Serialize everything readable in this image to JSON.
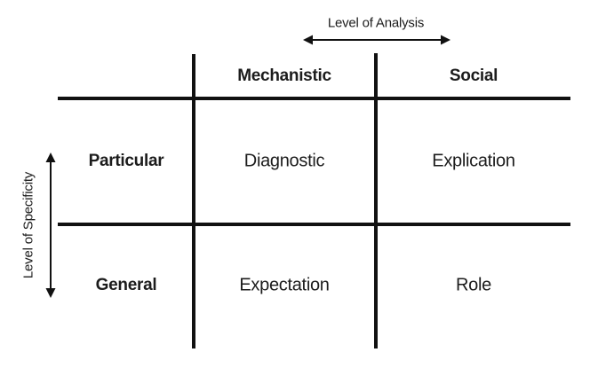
{
  "axes": {
    "horizontal": {
      "label": "Level of Analysis"
    },
    "vertical": {
      "label": "Level of Specificity"
    }
  },
  "matrix": {
    "column_headers": [
      "Mechanistic",
      "Social"
    ],
    "row_headers": [
      "Particular",
      "General"
    ],
    "cells": [
      [
        "Diagnostic",
        "Explication"
      ],
      [
        "Expectation",
        "Role"
      ]
    ]
  },
  "colors": {
    "line": "#111111",
    "text": "#1c1c1c",
    "background": "#ffffff"
  }
}
